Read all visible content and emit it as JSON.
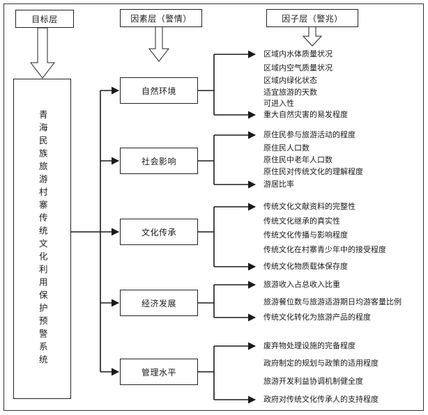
{
  "headers": {
    "goal": "目标层",
    "factor": "因素层（警情）",
    "indicator": "因子层（警兆）"
  },
  "goal_text": "青海民族旅游村寨传统文化利用保护预警系统",
  "factors": [
    {
      "label": "自然环境",
      "indicators": [
        "区域内水体质量状况",
        "区域内空气质量状况",
        "区域内绿化状态",
        "适宜旅游的天数",
        "可进入性",
        "重大自然灾害的易发程度"
      ]
    },
    {
      "label": "社会影响",
      "indicators": [
        "原住民参与旅游活动的程度",
        "原住民人口数",
        "原住民中老年人口数",
        "原住民对传统文化的理解程度",
        "游居比率"
      ]
    },
    {
      "label": "文化传承",
      "indicators": [
        "传统文化文献资料的完整性",
        "传统文化继承的真实性",
        "传统文化传播与影响程度",
        "传统文化在村寨青少年中的接受程度",
        "传统文化物质载体保存度"
      ]
    },
    {
      "label": "经济发展",
      "indicators": [
        "旅游收入占总收入比重",
        "旅游餐位数与旅游适游期日均游客量比例",
        "传统文化转化为旅游产品的程度"
      ]
    },
    {
      "label": "管理水平",
      "indicators": [
        "废弃物处理设施的完备程度",
        "政府制定的规划与政策的适用程度",
        "旅游开发利益协调机制健全度",
        "政府对传统文化传承人的支持程度"
      ]
    }
  ]
}
